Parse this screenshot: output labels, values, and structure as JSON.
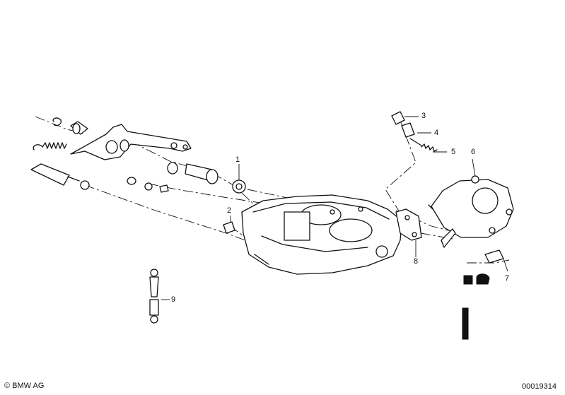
{
  "callouts": [
    "1",
    "2",
    "3",
    "4",
    "5",
    "6",
    "7",
    "8",
    "9"
  ],
  "footer": {
    "copyright": "BMW AG",
    "drawing_number": "00019314"
  }
}
